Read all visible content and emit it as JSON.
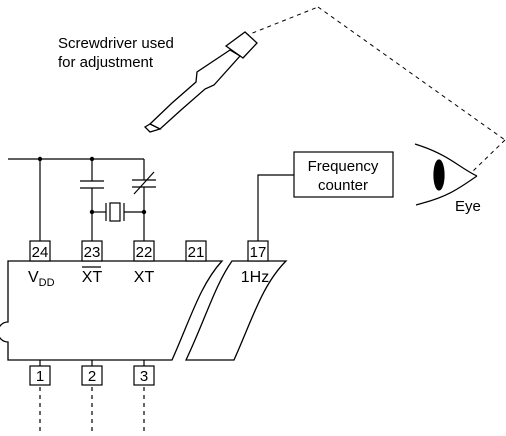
{
  "annotations": {
    "screwdriver_line1": "Screwdriver used",
    "screwdriver_line2": "for adjustment",
    "counter_line1": "Frequency",
    "counter_line2": "counter",
    "eye": "Eye"
  },
  "pins": {
    "top": [
      "24",
      "23",
      "22",
      "21",
      "17"
    ],
    "bottom": [
      "1",
      "2",
      "3"
    ]
  },
  "pin_names": {
    "vdd_main": "V",
    "vdd_sub": "DD",
    "xt_bar": "XT",
    "xt": "XT",
    "hz": "1Hz"
  }
}
